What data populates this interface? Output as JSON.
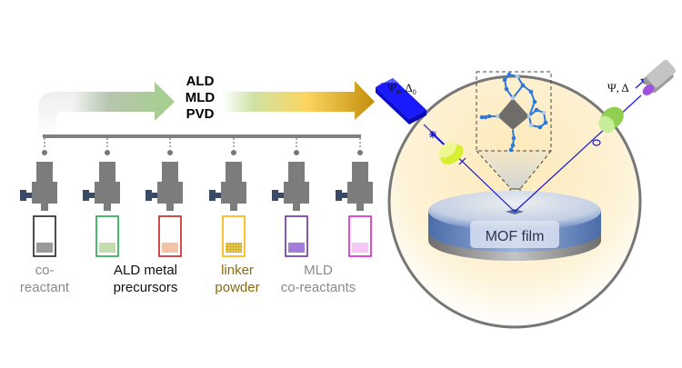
{
  "process_label": [
    "ALD",
    "MLD",
    "PVD"
  ],
  "sources": [
    {
      "id": "co-reactant",
      "outline": "#222222",
      "fill": "#9a9a9a"
    },
    {
      "id": "ald-metal-1",
      "outline": "#1ea84a",
      "fill": "#c2ddb0"
    },
    {
      "id": "ald-metal-2",
      "outline": "#c81e1e",
      "fill": "#f4c3a6"
    },
    {
      "id": "linker",
      "outline": "#f5b400",
      "fill": "#d8b232"
    },
    {
      "id": "mld-1",
      "outline": "#6a2ea0",
      "fill": "#a37cdc"
    },
    {
      "id": "mld-2",
      "outline": "#d422c8",
      "fill": "#f7c8f5"
    }
  ],
  "captions": [
    {
      "line1": "co-",
      "line2": "reactant",
      "color": "#8a8a8a"
    },
    {
      "line1": "ALD metal",
      "line2": "precursors",
      "color": "#111111"
    },
    {
      "line1": "linker",
      "line2": "powder",
      "color": "#8a6a10"
    },
    {
      "line1": "MLD",
      "line2": "co-reactants",
      "color": "#8a8a8a"
    }
  ],
  "ellipsometry": {
    "incident_label_psi": "Ψ",
    "incident_label_delta": "Δ",
    "incident_sub": "0",
    "reflected_label": "Ψ, Δ",
    "sample_label": "MOF film"
  },
  "colors": {
    "beam": "#1515d8",
    "chamber_fill": "#fdf0cc",
    "arrow_gold": "#c8940a",
    "arrow_green": "#a6cf8c",
    "source_gray": "#7c7c7c",
    "valve_blue": "#3a4a66"
  }
}
